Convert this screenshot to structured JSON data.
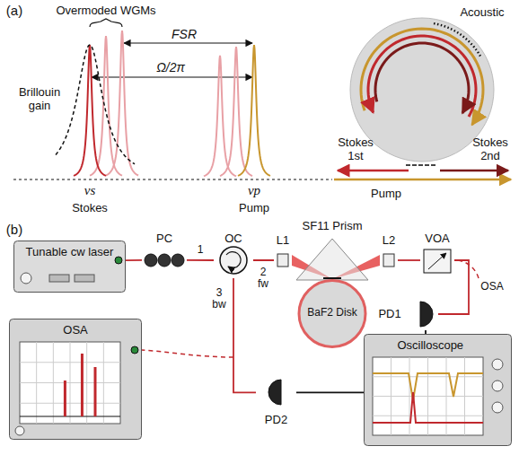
{
  "diagram": {
    "nodes": [
      {
        "text": [
          "Tunable cw laser"
        ]
      },
      {
        "text": [
          "PC"
        ]
      },
      {
        "text": [
          "OC"
        ]
      },
      {
        "text": [
          "L1"
        ]
      },
      {
        "text": [
          "SF11 Prism"
        ]
      },
      {
        "text": [
          "L2"
        ]
      },
      {
        "text": [
          "VOA"
        ]
      },
      {
        "text": [
          "BaF2 Disk"
        ]
      },
      {
        "text": [
          "PD1"
        ]
      },
      {
        "text": [
          "Oscilloscope"
        ]
      },
      {
        "text": [
          "PD2"
        ]
      },
      {
        "text": [
          "OSA"
        ]
      }
    ],
    "edges": [
      {
        "from": 0,
        "to": 1,
        "arrow": "none"
      },
      {
        "from": 1,
        "to": 2,
        "label": "1",
        "arrow": "none"
      },
      {
        "from": 2,
        "to": 3,
        "label": "2 fw",
        "arrow": "none"
      },
      {
        "from": 2,
        "to": 10,
        "label": "3 bw",
        "arrow": "none"
      },
      {
        "from": 5,
        "to": 6,
        "arrow": "none"
      },
      {
        "from": 6,
        "to": 8,
        "arrow": "none"
      },
      {
        "from": 8,
        "to": 9,
        "arrow": "none"
      },
      {
        "from": 10,
        "to": 9,
        "arrow": "none"
      }
    ],
    "labels": [
      "(a)",
      "Overmoded WGMs",
      "FSR",
      "Ω/2π",
      "Brillouin gain",
      "νs",
      "Stokes",
      "νp",
      "Pump",
      "Acoustic",
      "Stokes 1st",
      "Pump",
      "Stokes 2nd",
      "(b)",
      "OSA"
    ]
  }
}
